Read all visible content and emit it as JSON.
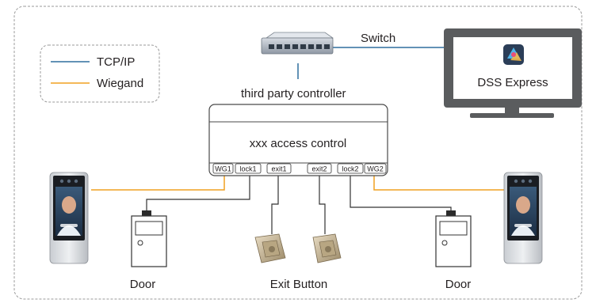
{
  "legend": {
    "items": [
      {
        "label": "TCP/IP",
        "color": "#2e6e9e"
      },
      {
        "label": "Wiegand",
        "color": "#f0a020"
      }
    ]
  },
  "switch": {
    "label": "Switch"
  },
  "controller": {
    "caption": "third party controller",
    "name": "xxx access control",
    "ports": [
      "WG1",
      "lock1",
      "exit1",
      "exit2",
      "lock2",
      "WG2"
    ]
  },
  "monitor": {
    "app_label": "DSS Express"
  },
  "doors": {
    "left_label": "Door",
    "right_label": "Door"
  },
  "exit_button": {
    "label": "Exit Button"
  },
  "colors": {
    "tcp_ip": "#2e6e9e",
    "wiegand": "#f0a020",
    "wire": "#333333",
    "frame_border": "#9a9a9a"
  },
  "icons": {
    "switch": "network-switch-icon",
    "monitor": "monitor-icon",
    "app": "dss-express-app-icon",
    "terminal": "face-recognition-terminal-icon",
    "door": "door-lock-icon",
    "exit": "exit-button-icon"
  }
}
